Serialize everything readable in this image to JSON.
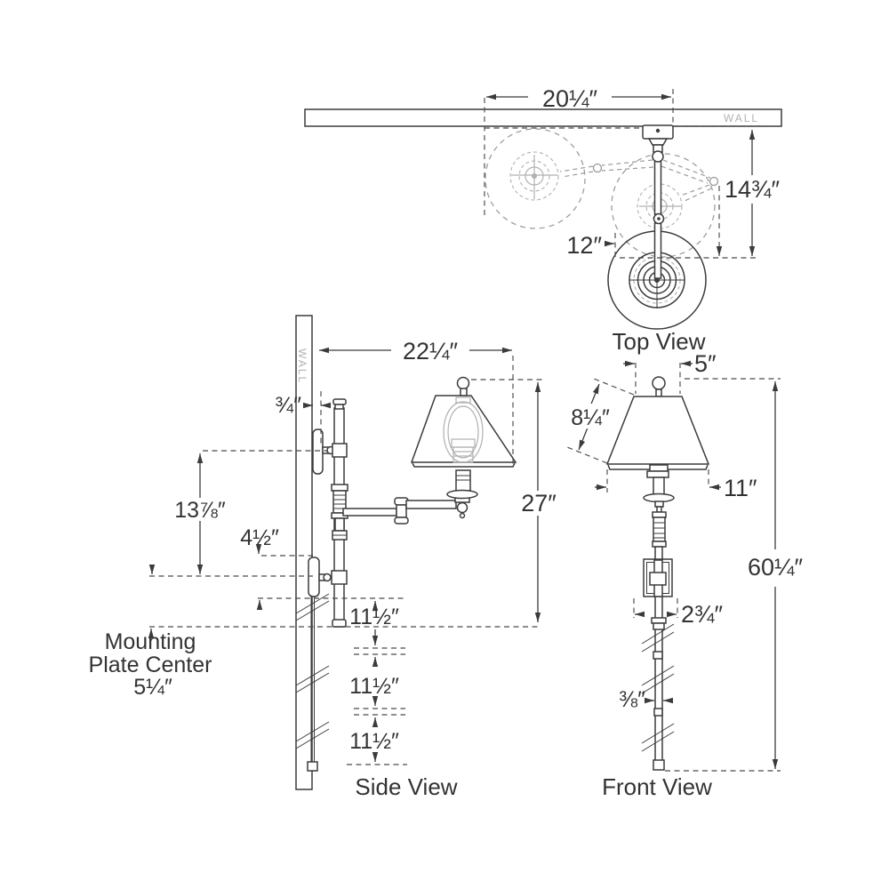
{
  "colors": {
    "line": "#3b3b3b",
    "dashed_gray": "#9a9a9a",
    "light_gray": "#b2b2b2",
    "text": "#333333",
    "background": "#ffffff"
  },
  "wall": {
    "label": "WALL"
  },
  "captions": {
    "top_view": "Top View",
    "side_view": "Side View",
    "front_view": "Front View"
  },
  "top_view": {
    "span_width": "20¼″",
    "mount_to_front": "14¾″",
    "shade_offset": "12″"
  },
  "side_view": {
    "extension": "22¼″",
    "plate_depth": "¾″",
    "plate_center_spacing": "13⅞″",
    "plate_to_pole_bottom": "4½″",
    "shade_top_to_pole_bottom": "27″",
    "cord_section_1": "11½″",
    "cord_section_2": "11½″",
    "cord_section_3": "11½″",
    "mounting_note_line1": "Mounting",
    "mounting_note_line2": "Plate Center",
    "mounting_note_value": "5¼″"
  },
  "front_view": {
    "shade_top_width": "5″",
    "shade_slant_height": "8¼″",
    "shade_bottom_width": "11″",
    "overall_height": "60¼″",
    "bracket_width": "2¾″",
    "pole_width": "⅜″"
  }
}
